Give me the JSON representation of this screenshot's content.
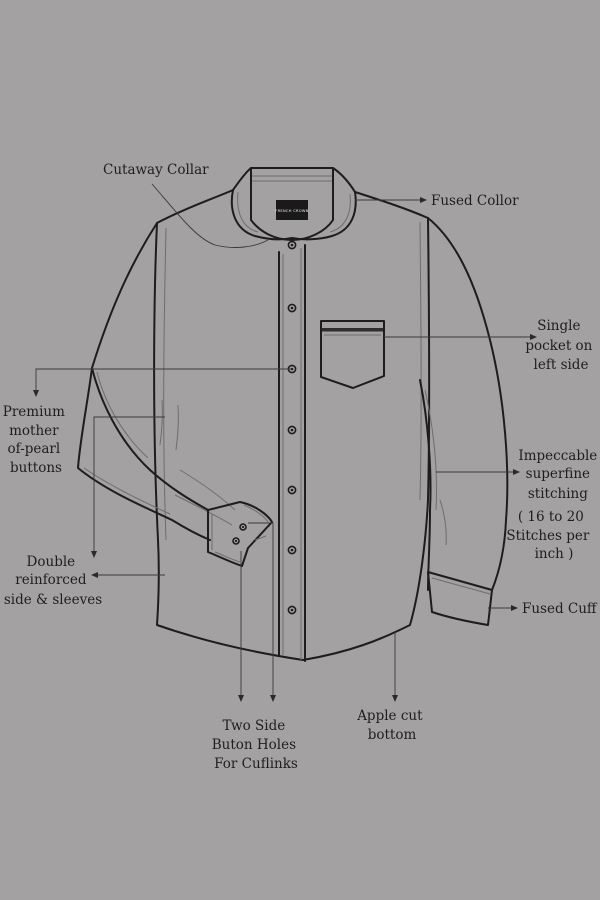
{
  "brand_tag": "FRENCH CROWN",
  "labels": {
    "cutaway_collar": [
      "Cutaway Collar"
    ],
    "fused_collar": [
      "Fused Collor"
    ],
    "pocket": [
      "Single",
      "pocket on",
      "left side"
    ],
    "buttons": [
      "Premium",
      "mother",
      "of-pearl",
      "buttons"
    ],
    "stitching": [
      "Impeccable",
      "superfine",
      "stitching",
      "( 16 to 20",
      "Stitches per",
      "inch )"
    ],
    "reinforced": [
      "Double",
      "reinforced",
      "side & sleeves"
    ],
    "fused_cuff": [
      "Fused Cuff"
    ],
    "cuff_holes": [
      "Two Side",
      "Buton Holes",
      "For Cuflinks"
    ],
    "apple_cut": [
      "Apple cut",
      "bottom"
    ]
  },
  "colors": {
    "background": "#a3a1a2",
    "outline": "#1d1d1d",
    "text": "#1e1e1e"
  }
}
